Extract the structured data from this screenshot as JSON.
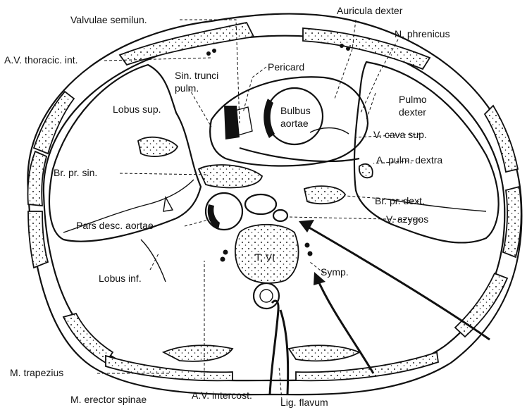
{
  "labels": {
    "valvulae_semilun": "Valvulae semilun.",
    "auricula_dexter": "Auricula dexter",
    "n_phrenicus": "N. phrenicus",
    "av_thoracic_int": "A.V. thoracic. int.",
    "sin_trunci": "Sin. trunci",
    "pulm": "pulm.",
    "pericard": "Pericard",
    "pulmo": "Pulmo",
    "dexter": "dexter",
    "lobus_sup": "Lobus sup.",
    "bulbus": "Bulbus",
    "aortae": "aortae",
    "v_cava_sup": "V. cava sup.",
    "a_pulm_dextra": "A. pulm. dextra",
    "br_pr_sin": "Br. pr. sin.",
    "br_pr_dext": "Br. pr. dext.",
    "pars_desc_aortae": "Pars desc. aortae",
    "v_azygos": "V. azygos",
    "t_vi": "T. VI",
    "symp": "Symp.",
    "lobus_inf": "Lobus inf.",
    "m_trapezius": "M. trapezius",
    "m_erector_spinae": "M. erector spinae",
    "av_intercost": "A.V. intercost.",
    "lig_flavum": "Lig. flavum"
  }
}
